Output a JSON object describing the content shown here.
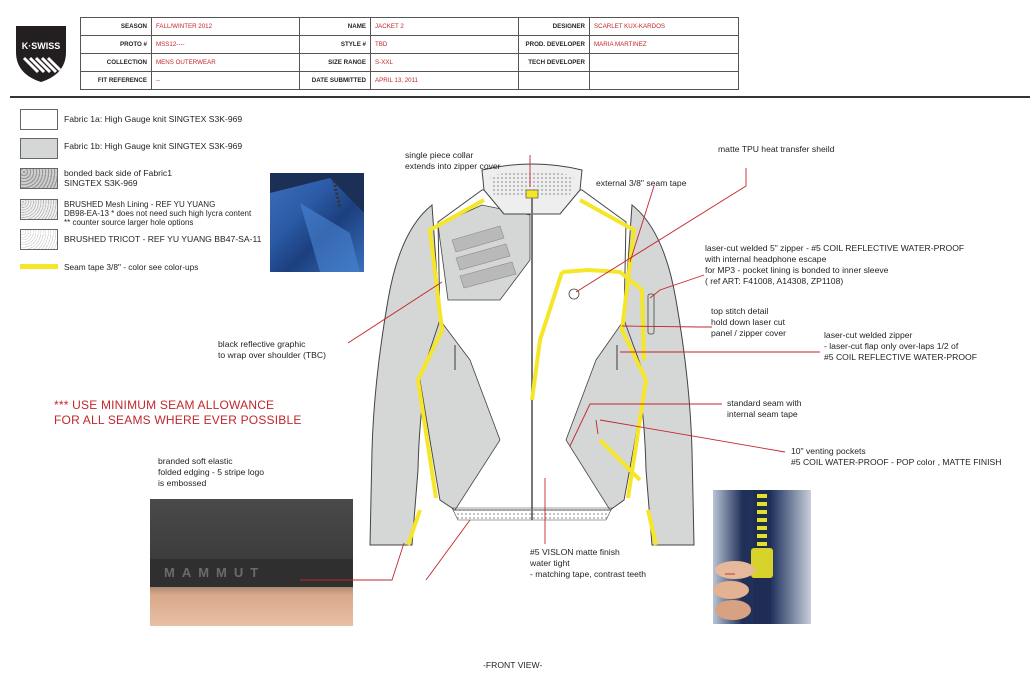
{
  "header": {
    "logo_text": "K·SWISS",
    "rows": [
      {
        "k1": "SEASON",
        "v1": "FALL/WINTER 2012",
        "k2": "NAME",
        "v2": "JACKET 2",
        "k3": "DESIGNER",
        "v3": "SCARLET KUX-KARDOS"
      },
      {
        "k1": "PROTO #",
        "v1": "MSS12----",
        "k2": "STYLE #",
        "v2": "TBD",
        "k3": "PROD. DEVELOPER",
        "v3": "MARIA MARTINEZ"
      },
      {
        "k1": "COLLECTION",
        "v1": "MENS OUTERWEAR",
        "k2": "SIZE RANGE",
        "v2": "S-XXL",
        "k3": "TECH DEVELOPER",
        "v3": ""
      },
      {
        "k1": "FIT REFERENCE",
        "v1": "--",
        "k2": "DATE SUBMITTED",
        "v2": "APRIL 13, 2011",
        "k3": "",
        "v3": ""
      }
    ]
  },
  "legend": [
    "Fabric 1a: High Gauge knit SINGTEX S3K-969",
    "Fabric 1b: High Gauge knit SINGTEX S3K-969",
    "bonded back side of Fabric1\n      SINGTEX S3K-969",
    "BRUSHED Mesh Lining - REF YU YUANG\nDB98-EA-13 * does not need such high lycra content\n** counter source larger hole options",
    "BRUSHED TRICOT - REF YU YUANG BB47-SA-11",
    "Seam tape 3/8\" - color  see color-ups"
  ],
  "colors": {
    "yellow": "#f5e629",
    "gray": "#d5d6d6",
    "red": "#c1272d"
  },
  "callouts": {
    "collar": "single piece collar\nextends into zipper cover",
    "seam_tape": "external 3/8\" seam tape",
    "tpu": "matte TPU heat transfer sheild",
    "laser_zipper": "laser-cut welded 5\" zipper - #5 COIL REFLECTIVE WATER-PROOF\nwith internal headphone escape\nfor MP3 - pocket lining is bonded to inner sleeve\n( ref ART: F41008, A14308, ZP1108)",
    "topstitch": "top stitch detail\nhold down laser cut\npanel / zipper cover",
    "welded_zipper": "laser-cut welded zipper\n- laser-cut flap only over-laps 1/2 of\n#5 COIL REFLECTIVE WATER-PROOF",
    "graphic": "black reflective graphic\nto wrap over shoulder (TBC)",
    "standard_seam": "standard seam with\ninternal seam tape",
    "venting": "10\" venting pockets\n#5 COIL WATER-PROOF - POP color , MATTE FINISH",
    "elastic": "branded soft elastic\nfolded edging - 5 stripe logo\nis embossed",
    "vislon": "#5 VISLON matte finish\nwater tight\n - matching tape, contrast teeth",
    "seam_allowance": "*** USE  MINIMUM SEAM ALLOWANCE\nFOR ALL SEAMS WHERE EVER POSSIBLE",
    "front_view": "-FRONT VIEW-",
    "elastic_emboss": "MAMMUT"
  }
}
